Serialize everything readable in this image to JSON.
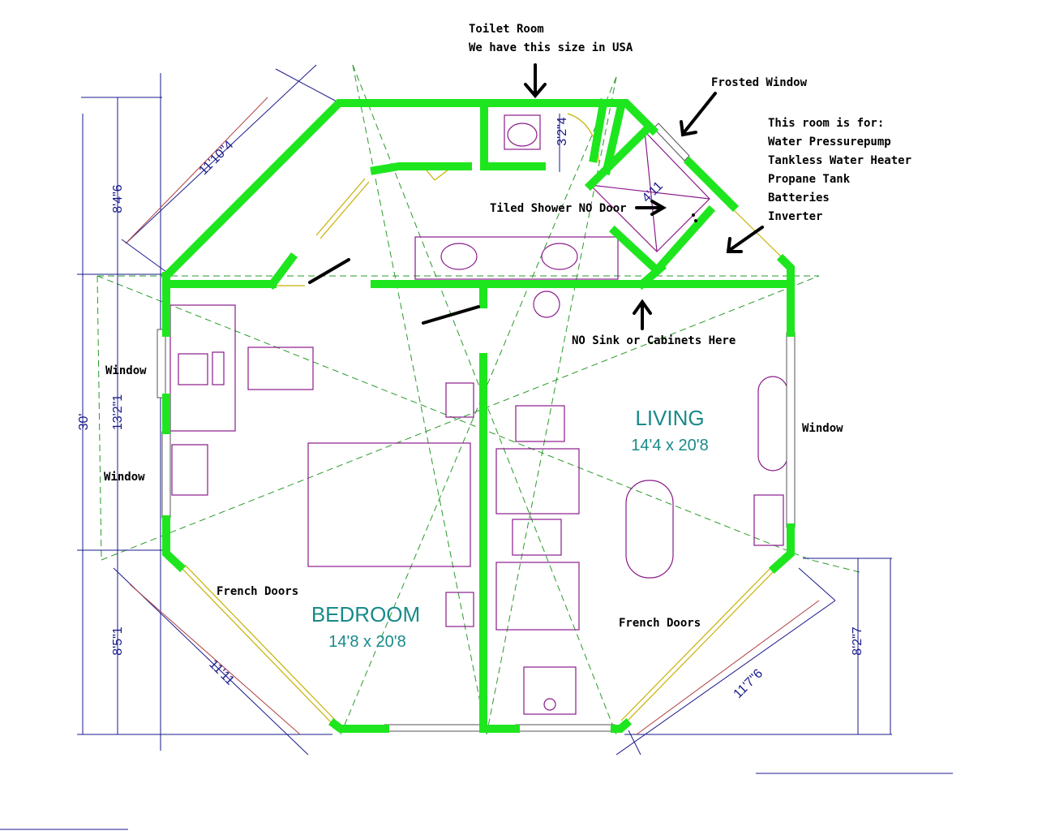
{
  "annotations": {
    "toilet_room_1": "Toilet Room",
    "toilet_room_2": "We have this size in USA",
    "frosted_window": "Frosted Window",
    "room_for_title": "This room is for:",
    "room_for_items": [
      "Water Pressurepump",
      "Tankless Water Heater",
      "Propane Tank",
      "Batteries",
      "Inverter"
    ],
    "tiled_shower": "Tiled Shower NO Door",
    "no_sink": "NO Sink or Cabinets Here",
    "window_left_1": "Window",
    "window_left_2": "Window",
    "window_right": "Window",
    "french_doors_left": "French Doors",
    "french_doors_right": "French Doors"
  },
  "rooms": {
    "living_name": "LIVING",
    "living_size": "14'4 x 20'8",
    "bedroom_name": "BEDROOM",
    "bedroom_size": "14'8 x 20'8"
  },
  "dimensions": {
    "overall_height": "30'",
    "left_top": "8'4\"6",
    "left_mid": "13'2\"1",
    "left_bottom": "8'5\"1",
    "right_bottom": "8'2\"7",
    "diag_top_left": "11'10\"4",
    "diag_bottom_left": "11'11",
    "diag_bottom_right": "11'7\"6",
    "toilet_width": "3'2\"4",
    "shower_size": "4'11"
  },
  "colors": {
    "walls": "#1ee61e",
    "furniture": "#8a1a8a",
    "dimension_text": "#1a1a8c",
    "room_labels": "#1a8a8a"
  }
}
